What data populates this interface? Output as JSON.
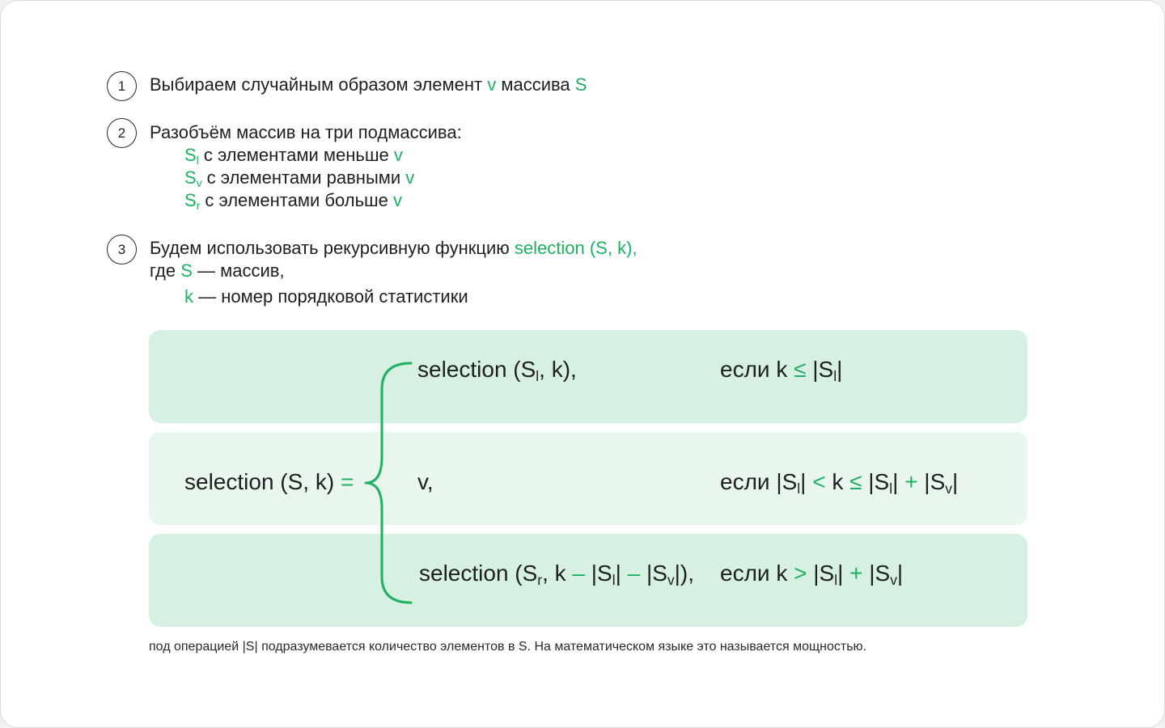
{
  "steps": [
    {
      "number": "1",
      "text_a": "Выбираем случайным образом элемент ",
      "var_v": "v",
      "text_b": " массива ",
      "var_s": "S"
    },
    {
      "number": "2",
      "title": "Разобъём массив на три подмассива:",
      "items": [
        {
          "var": "S",
          "sub": "l",
          "text": " с элементами меньше ",
          "v": "v"
        },
        {
          "var": "S",
          "sub": "v",
          "text": " с элементами равными ",
          "v": "v"
        },
        {
          "var": "S",
          "sub": "r",
          "text": " с элементами больше ",
          "v": "v"
        }
      ]
    },
    {
      "number": "3",
      "text_a": "Будем использовать рекурсивную функцию ",
      "func": "selection (S, k),",
      "where": "где ",
      "where_var": "S",
      "where_text": " — массив,",
      "k_var": "k",
      "k_text": " — номер порядковой статистики"
    }
  ],
  "formula": {
    "lhs": "selection (S, k) ",
    "eq": "=",
    "case1": {
      "expr_a": "selection (S",
      "expr_sub": "l",
      "expr_b": ", k),",
      "cond_a": "если k ",
      "cond_op": "≤",
      "cond_b": " |S",
      "cond_sub": "l",
      "cond_c": "|"
    },
    "case2": {
      "expr": "v,",
      "cond_a": "если |S",
      "cond_sub1": "l",
      "cond_b": "| ",
      "op1": "<",
      "cond_c": " k ",
      "op2": "≤",
      "cond_d": " |S",
      "cond_sub2": "l",
      "cond_e": "| ",
      "op3": "+",
      "cond_f": " |S",
      "cond_sub3": "v",
      "cond_g": "|"
    },
    "case3": {
      "expr_a": "selection (S",
      "expr_sub1": "r",
      "expr_b": ", k ",
      "op1": "–",
      "expr_c": " |S",
      "expr_sub2": "l",
      "expr_d": "| ",
      "op2": "–",
      "expr_e": " |S",
      "expr_sub3": "v",
      "expr_f": "|),",
      "cond_a": "если k ",
      "op3": ">",
      "cond_b": " |S",
      "cond_sub1": "l",
      "cond_c": "| ",
      "op4": "+",
      "cond_d": " |S",
      "cond_sub2": "v",
      "cond_e": "|"
    }
  },
  "footnote": "под операцией |S| подразумевается количество элементов в S. На математическом языке это называется мощностью.",
  "colors": {
    "accent": "#1fb061",
    "band_dark": "#d6f0e1",
    "band_light": "#e8f6ee"
  }
}
